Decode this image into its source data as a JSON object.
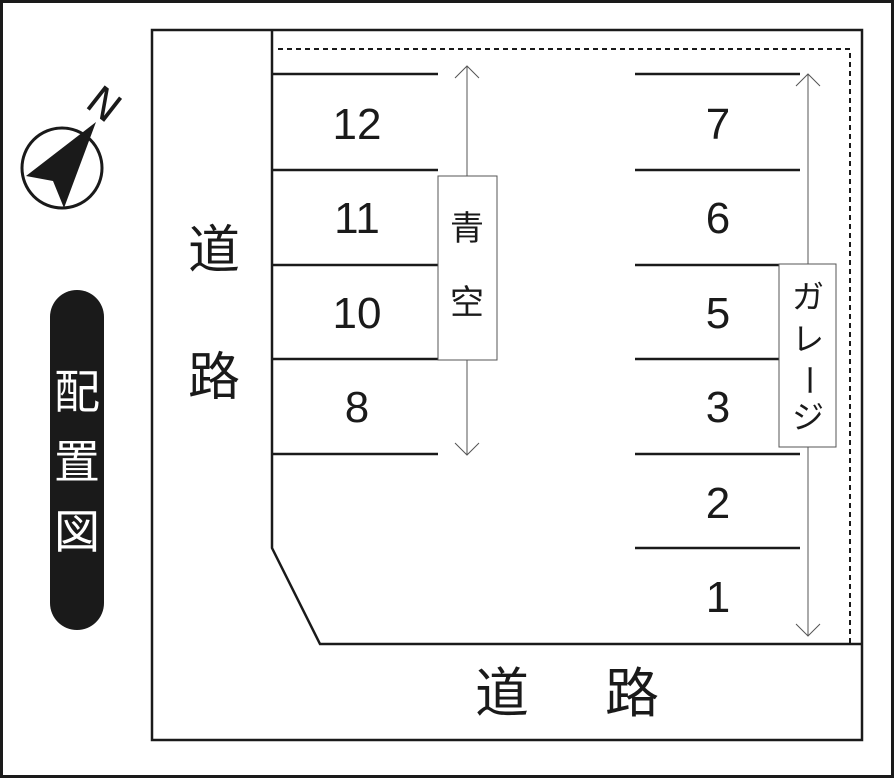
{
  "title": "配置図",
  "compass": {
    "icon": "north-arrow-icon",
    "label": "N"
  },
  "roads": {
    "left": [
      "道",
      "路"
    ],
    "bottom": [
      "道",
      "路"
    ]
  },
  "left_spaces": [
    "12",
    "11",
    "10",
    "8"
  ],
  "right_spaces": [
    "7",
    "6",
    "5",
    "3",
    "2",
    "1"
  ],
  "zones": {
    "left": {
      "name": [
        "青",
        "空"
      ]
    },
    "right": {
      "name": [
        "ガ",
        "レ",
        "ー",
        "ジ"
      ]
    }
  },
  "colors": {
    "ink": "#1a1a1a",
    "background": "#ffffff"
  }
}
